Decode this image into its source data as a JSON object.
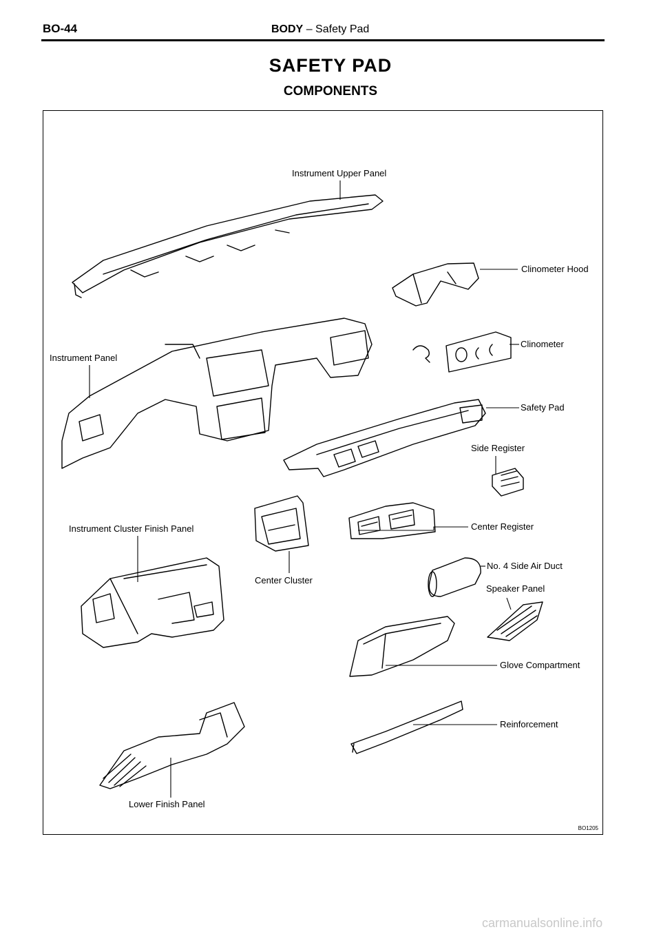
{
  "header": {
    "page_code": "BO-44",
    "section": "BODY",
    "section_sep": "–",
    "subsection": "Safety Pad"
  },
  "title": "SAFETY PAD",
  "subtitle": "COMPONENTS",
  "labels": {
    "instrument_upper_panel": "Instrument Upper Panel",
    "clinometer_hood": "Clinometer Hood",
    "instrument_panel": "Instrument Panel",
    "clinometer": "Clinometer",
    "safety_pad": "Safety Pad",
    "side_register": "Side Register",
    "instrument_cluster_finish_panel": "Instrument Cluster Finish Panel",
    "center_register": "Center Register",
    "center_cluster": "Center Cluster",
    "no4_side_air_duct": "No. 4 Side Air Duct",
    "speaker_panel": "Speaker Panel",
    "glove_compartment": "Glove Compartment",
    "reinforcement": "Reinforcement",
    "lower_finish_panel": "Lower Finish Panel"
  },
  "figure_code": "BO1205",
  "watermark": "carmanualsonline.info"
}
